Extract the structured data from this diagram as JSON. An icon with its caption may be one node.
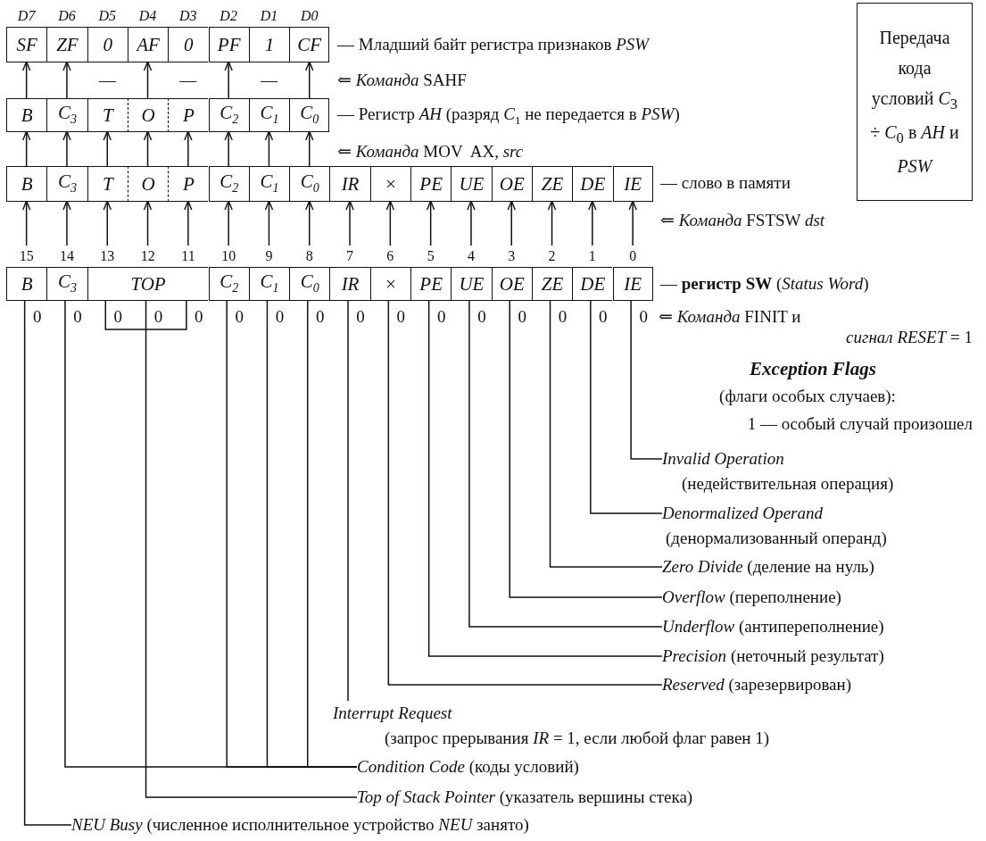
{
  "diagram": {
    "nodes": [
      {
        "text": [
          "D7",
          "SF"
        ]
      },
      {
        "text": [
          "D6",
          "ZF"
        ]
      },
      {
        "text": [
          "D5",
          "0"
        ]
      },
      {
        "text": [
          "D4",
          "AF"
        ]
      },
      {
        "text": [
          "D3",
          "0"
        ]
      },
      {
        "text": [
          "D2",
          "PF"
        ]
      },
      {
        "text": [
          "D1",
          "1"
        ]
      },
      {
        "text": [
          "D0",
          "CF"
        ]
      },
      {
        "text": [
          "B"
        ]
      },
      {
        "text": [
          "C$_{3}$"
        ]
      },
      {
        "text": [
          "T"
        ]
      },
      {
        "text": [
          "O"
        ]
      },
      {
        "text": [
          "P"
        ]
      },
      {
        "text": [
          "C$_{2}$"
        ]
      },
      {
        "text": [
          "C$_{1}$"
        ]
      },
      {
        "text": [
          "C$_{0}$"
        ]
      },
      {
        "text": [
          "B"
        ]
      },
      {
        "text": [
          "C$_{3}$"
        ]
      },
      {
        "text": [
          "T"
        ]
      },
      {
        "text": [
          "O"
        ]
      },
      {
        "text": [
          "P"
        ]
      },
      {
        "text": [
          "C$_{2}$"
        ]
      },
      {
        "text": [
          "C$_{1}$"
        ]
      },
      {
        "text": [
          "C$_{0}$"
        ]
      },
      {
        "text": [
          "IR"
        ]
      },
      {
        "text": [
          "×"
        ]
      },
      {
        "text": [
          "PE"
        ]
      },
      {
        "text": [
          "UE"
        ]
      },
      {
        "text": [
          "OE"
        ]
      },
      {
        "text": [
          "ZE"
        ]
      },
      {
        "text": [
          "DE"
        ]
      },
      {
        "text": [
          "IE"
        ]
      },
      {
        "text": [
          "15",
          "B"
        ]
      },
      {
        "text": [
          "14",
          "C$_{3}$"
        ]
      },
      {
        "text": [
          "13",
          "12",
          "11",
          "TOP"
        ]
      },
      {
        "text": [
          "10",
          "C$_{2}$"
        ]
      },
      {
        "text": [
          "9",
          "C$_{1}$"
        ]
      },
      {
        "text": [
          "8",
          "C$_{0}$"
        ]
      },
      {
        "text": [
          "7",
          "IR"
        ]
      },
      {
        "text": [
          "6",
          "×"
        ]
      },
      {
        "text": [
          "5",
          "PE"
        ]
      },
      {
        "text": [
          "4",
          "UE"
        ]
      },
      {
        "text": [
          "3",
          "OE"
        ]
      },
      {
        "text": [
          "2",
          "ZE"
        ]
      },
      {
        "text": [
          "1",
          "DE"
        ]
      },
      {
        "text": [
          "0",
          "IE"
        ]
      },
      {
        "text": [
          "Передача кода условий *C*$_{3}$ ÷ *C*$_{0}$ в *AH* и *PSW*"
        ]
      },
      {
        "text": [
          "Invalid Operation",
          "(недействительная операция)"
        ]
      },
      {
        "text": [
          "Denormalized Operand",
          "(денормализованный операнд)"
        ]
      },
      {
        "text": [
          "*Zero Divide* (деление на нуль)"
        ]
      },
      {
        "text": [
          "*Overflow* (переполнение)"
        ]
      },
      {
        "text": [
          "*Underflow* (антипереполнение)"
        ]
      },
      {
        "text": [
          "*Precision* (неточный результат)"
        ]
      },
      {
        "text": [
          "*Reserved* (зарезервирован)"
        ]
      },
      {
        "text": [
          "Interrupt Request",
          "(запрос прерывания *IR* = 1, если любой флаг равен 1)"
        ]
      },
      {
        "text": [
          "*Condition Code* (коды условий)"
        ]
      },
      {
        "text": [
          "*Top of Stack Pointer* (указатель вершины стека)"
        ]
      },
      {
        "text": [
          "*NEU Busy* (численное исполнительное устройство *NEU* занято)"
        ]
      }
    ],
    "edges": [
      {
        "from": 8,
        "to": 0,
        "arrow": "to"
      },
      {
        "from": 9,
        "to": 1,
        "arrow": "to"
      },
      {
        "from": 11,
        "to": 3,
        "arrow": "to"
      },
      {
        "from": 13,
        "to": 5,
        "arrow": "to"
      },
      {
        "from": 15,
        "to": 7,
        "arrow": "to"
      },
      {
        "from": 16,
        "to": 8,
        "arrow": "to"
      },
      {
        "from": 17,
        "to": 9,
        "arrow": "to"
      },
      {
        "from": 18,
        "to": 10,
        "arrow": "to"
      },
      {
        "from": 19,
        "to": 11,
        "arrow": "to"
      },
      {
        "from": 20,
        "to": 12,
        "arrow": "to"
      },
      {
        "from": 21,
        "to": 13,
        "arrow": "to"
      },
      {
        "from": 22,
        "to": 14,
        "arrow": "to"
      },
      {
        "from": 23,
        "to": 15,
        "arrow": "to"
      },
      {
        "from": 32,
        "to": 16,
        "arrow": "to"
      },
      {
        "from": 33,
        "to": 17,
        "arrow": "to"
      },
      {
        "from": 34,
        "to": 18,
        "arrow": "to"
      },
      {
        "from": 34,
        "to": 19,
        "arrow": "to"
      },
      {
        "from": 34,
        "to": 20,
        "arrow": "to"
      },
      {
        "from": 35,
        "to": 21,
        "arrow": "to"
      },
      {
        "from": 36,
        "to": 22,
        "arrow": "to"
      },
      {
        "from": 37,
        "to": 23,
        "arrow": "to"
      },
      {
        "from": 38,
        "to": 24,
        "arrow": "to"
      },
      {
        "from": 39,
        "to": 25,
        "arrow": "to"
      },
      {
        "from": 40,
        "to": 26,
        "arrow": "to"
      },
      {
        "from": 41,
        "to": 27,
        "arrow": "to"
      },
      {
        "from": 42,
        "to": 28,
        "arrow": "to"
      },
      {
        "from": 43,
        "to": 29,
        "arrow": "to"
      },
      {
        "from": 44,
        "to": 30,
        "arrow": "to"
      },
      {
        "from": 45,
        "to": 31,
        "arrow": "to"
      },
      {
        "from": 45,
        "to": 47,
        "arrow": "none"
      },
      {
        "from": 44,
        "to": 48,
        "arrow": "none"
      },
      {
        "from": 43,
        "to": 49,
        "arrow": "none"
      },
      {
        "from": 42,
        "to": 50,
        "arrow": "none"
      },
      {
        "from": 41,
        "to": 51,
        "arrow": "none"
      },
      {
        "from": 40,
        "to": 52,
        "arrow": "none"
      },
      {
        "from": 39,
        "to": 53,
        "arrow": "none"
      },
      {
        "from": 38,
        "to": 54,
        "arrow": "none"
      },
      {
        "from": 33,
        "to": 55,
        "arrow": "none"
      },
      {
        "from": 35,
        "to": 55,
        "arrow": "none"
      },
      {
        "from": 36,
        "to": 55,
        "arrow": "none"
      },
      {
        "from": 37,
        "to": 55,
        "arrow": "none"
      },
      {
        "from": 34,
        "to": 56,
        "arrow": "none"
      },
      {
        "from": 32,
        "to": 57,
        "arrow": "none"
      }
    ],
    "labels": [
      "— Младший байт регистра признаков *PSW*",
      "—",
      "—",
      "—",
      "⇐ *Команда* SAHF",
      "— Регистр *AH* (разряд *C*$_{1}$ не передается в *PSW*)",
      "⇐ *Команда* MOV  AX, *src*",
      "— слово в памяти",
      "⇐ *Команда* FSTSW *dst*",
      "— **регистр SW** (*Status Word*)",
      "0",
      "0",
      "0",
      "0",
      "0",
      "0",
      "0",
      "0",
      "0",
      "0",
      "0",
      "0",
      "0",
      "0",
      "0",
      "0",
      "⇐ *Команда* FINIT и",
      "*сигнал RESET* = 1",
      "Exception Flags",
      "(флаги особых случаев):",
      "1 — особый случай произошел"
    ]
  }
}
